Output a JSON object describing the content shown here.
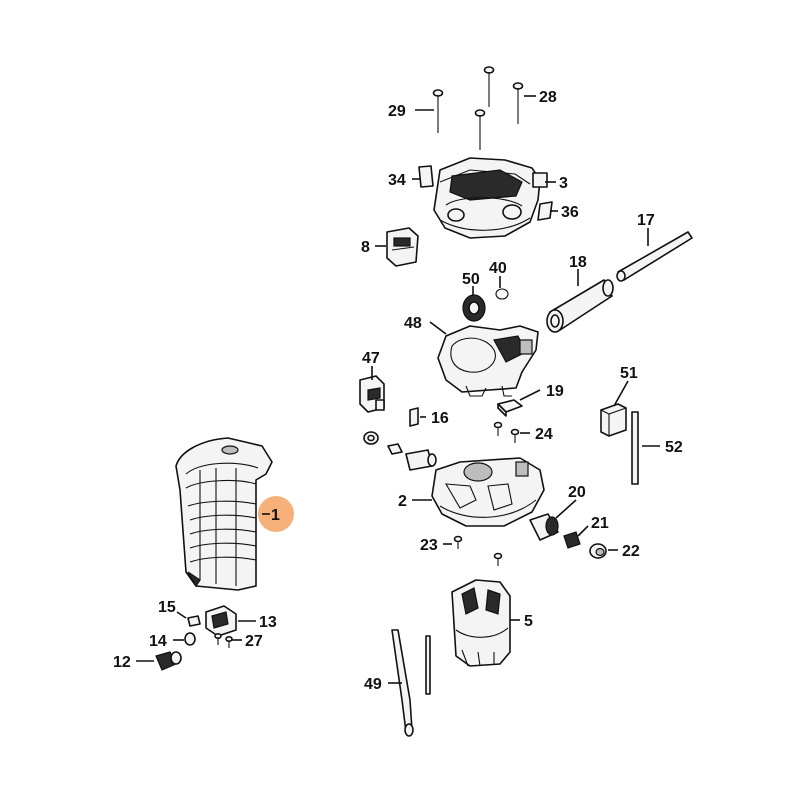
{
  "diagram": {
    "highlight_color": "#f6b17a",
    "line_color": "#111111",
    "highlighted_part": "1",
    "callouts": [
      {
        "id": "c29",
        "label": "29"
      },
      {
        "id": "c28",
        "label": "28"
      },
      {
        "id": "c34",
        "label": "34"
      },
      {
        "id": "c3",
        "label": "3"
      },
      {
        "id": "c36",
        "label": "36"
      },
      {
        "id": "c17",
        "label": "17"
      },
      {
        "id": "c8",
        "label": "8"
      },
      {
        "id": "c50",
        "label": "50"
      },
      {
        "id": "c40",
        "label": "40"
      },
      {
        "id": "c18",
        "label": "18"
      },
      {
        "id": "c48",
        "label": "48"
      },
      {
        "id": "c47",
        "label": "47"
      },
      {
        "id": "c51",
        "label": "51"
      },
      {
        "id": "c19",
        "label": "19"
      },
      {
        "id": "c16",
        "label": "16"
      },
      {
        "id": "c24",
        "label": "24"
      },
      {
        "id": "c52",
        "label": "52"
      },
      {
        "id": "c2",
        "label": "2"
      },
      {
        "id": "c20",
        "label": "20"
      },
      {
        "id": "c1",
        "label": "1"
      },
      {
        "id": "c21",
        "label": "21"
      },
      {
        "id": "c23",
        "label": "23"
      },
      {
        "id": "c22",
        "label": "22"
      },
      {
        "id": "c15",
        "label": "15"
      },
      {
        "id": "c13",
        "label": "13"
      },
      {
        "id": "c14",
        "label": "14"
      },
      {
        "id": "c27",
        "label": "27"
      },
      {
        "id": "c12",
        "label": "12"
      },
      {
        "id": "c5",
        "label": "5"
      },
      {
        "id": "c49",
        "label": "49"
      }
    ]
  }
}
